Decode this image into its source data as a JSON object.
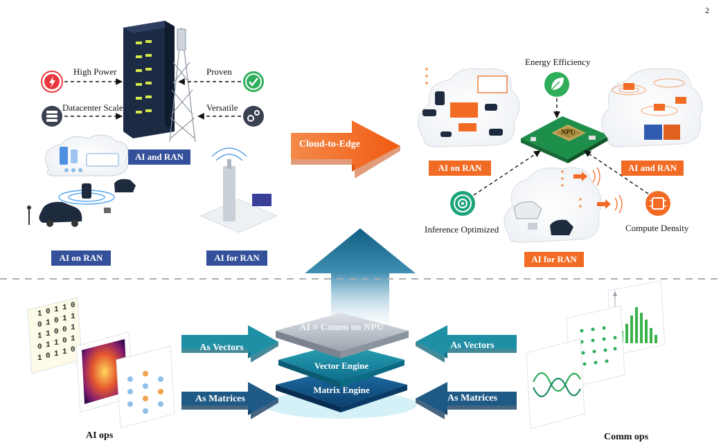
{
  "page_number": "2",
  "top_left": {
    "high_power": "High Power",
    "datacenter_scale": "Datacenter Scale",
    "proven": "Proven",
    "versatile": "Versatile",
    "ai_and_ran": "AI and RAN",
    "ai_on_ran": "AI on RAN",
    "ai_for_ran": "AI for RAN"
  },
  "transition": {
    "cloud_to_edge": "Cloud-to-Edge"
  },
  "top_right": {
    "energy_efficiency": "Energy Efficiency",
    "inference_optimized": "Inference Optimized",
    "compute_density": "Compute Density",
    "ai_on_ran": "AI on RAN",
    "ai_and_ran": "AI and RAN",
    "ai_for_ran": "AI for RAN",
    "chip_label": "NPU"
  },
  "bottom": {
    "chip_top": "AI ≡ Comm on NPU",
    "vector_engine": "Vector Engine",
    "matrix_engine": "Matrix Engine",
    "left_vectors": "As Vectors",
    "left_matrices": "As Matrices",
    "right_vectors": "As Vectors",
    "right_matrices": "As Matrices",
    "ai_ops": "AI ops",
    "comm_ops": "Comm ops"
  },
  "matrix_cells": [
    [
      "1",
      "0",
      "1",
      "1",
      "0"
    ],
    [
      "0",
      "1",
      "0",
      "1",
      "1"
    ],
    [
      "1",
      "1",
      "0",
      "0",
      "1"
    ],
    [
      "0",
      "1",
      "1",
      "0",
      "1"
    ],
    [
      "1",
      "0",
      "1",
      "1",
      "0"
    ]
  ],
  "colors": {
    "blue_badge": "#34509a",
    "orange": "#f26b24",
    "teal_arrow": "#1f7e96",
    "dark_arrow": "#1f5a86",
    "green_check": "#2fae5a",
    "red_power": "#e8383d"
  }
}
